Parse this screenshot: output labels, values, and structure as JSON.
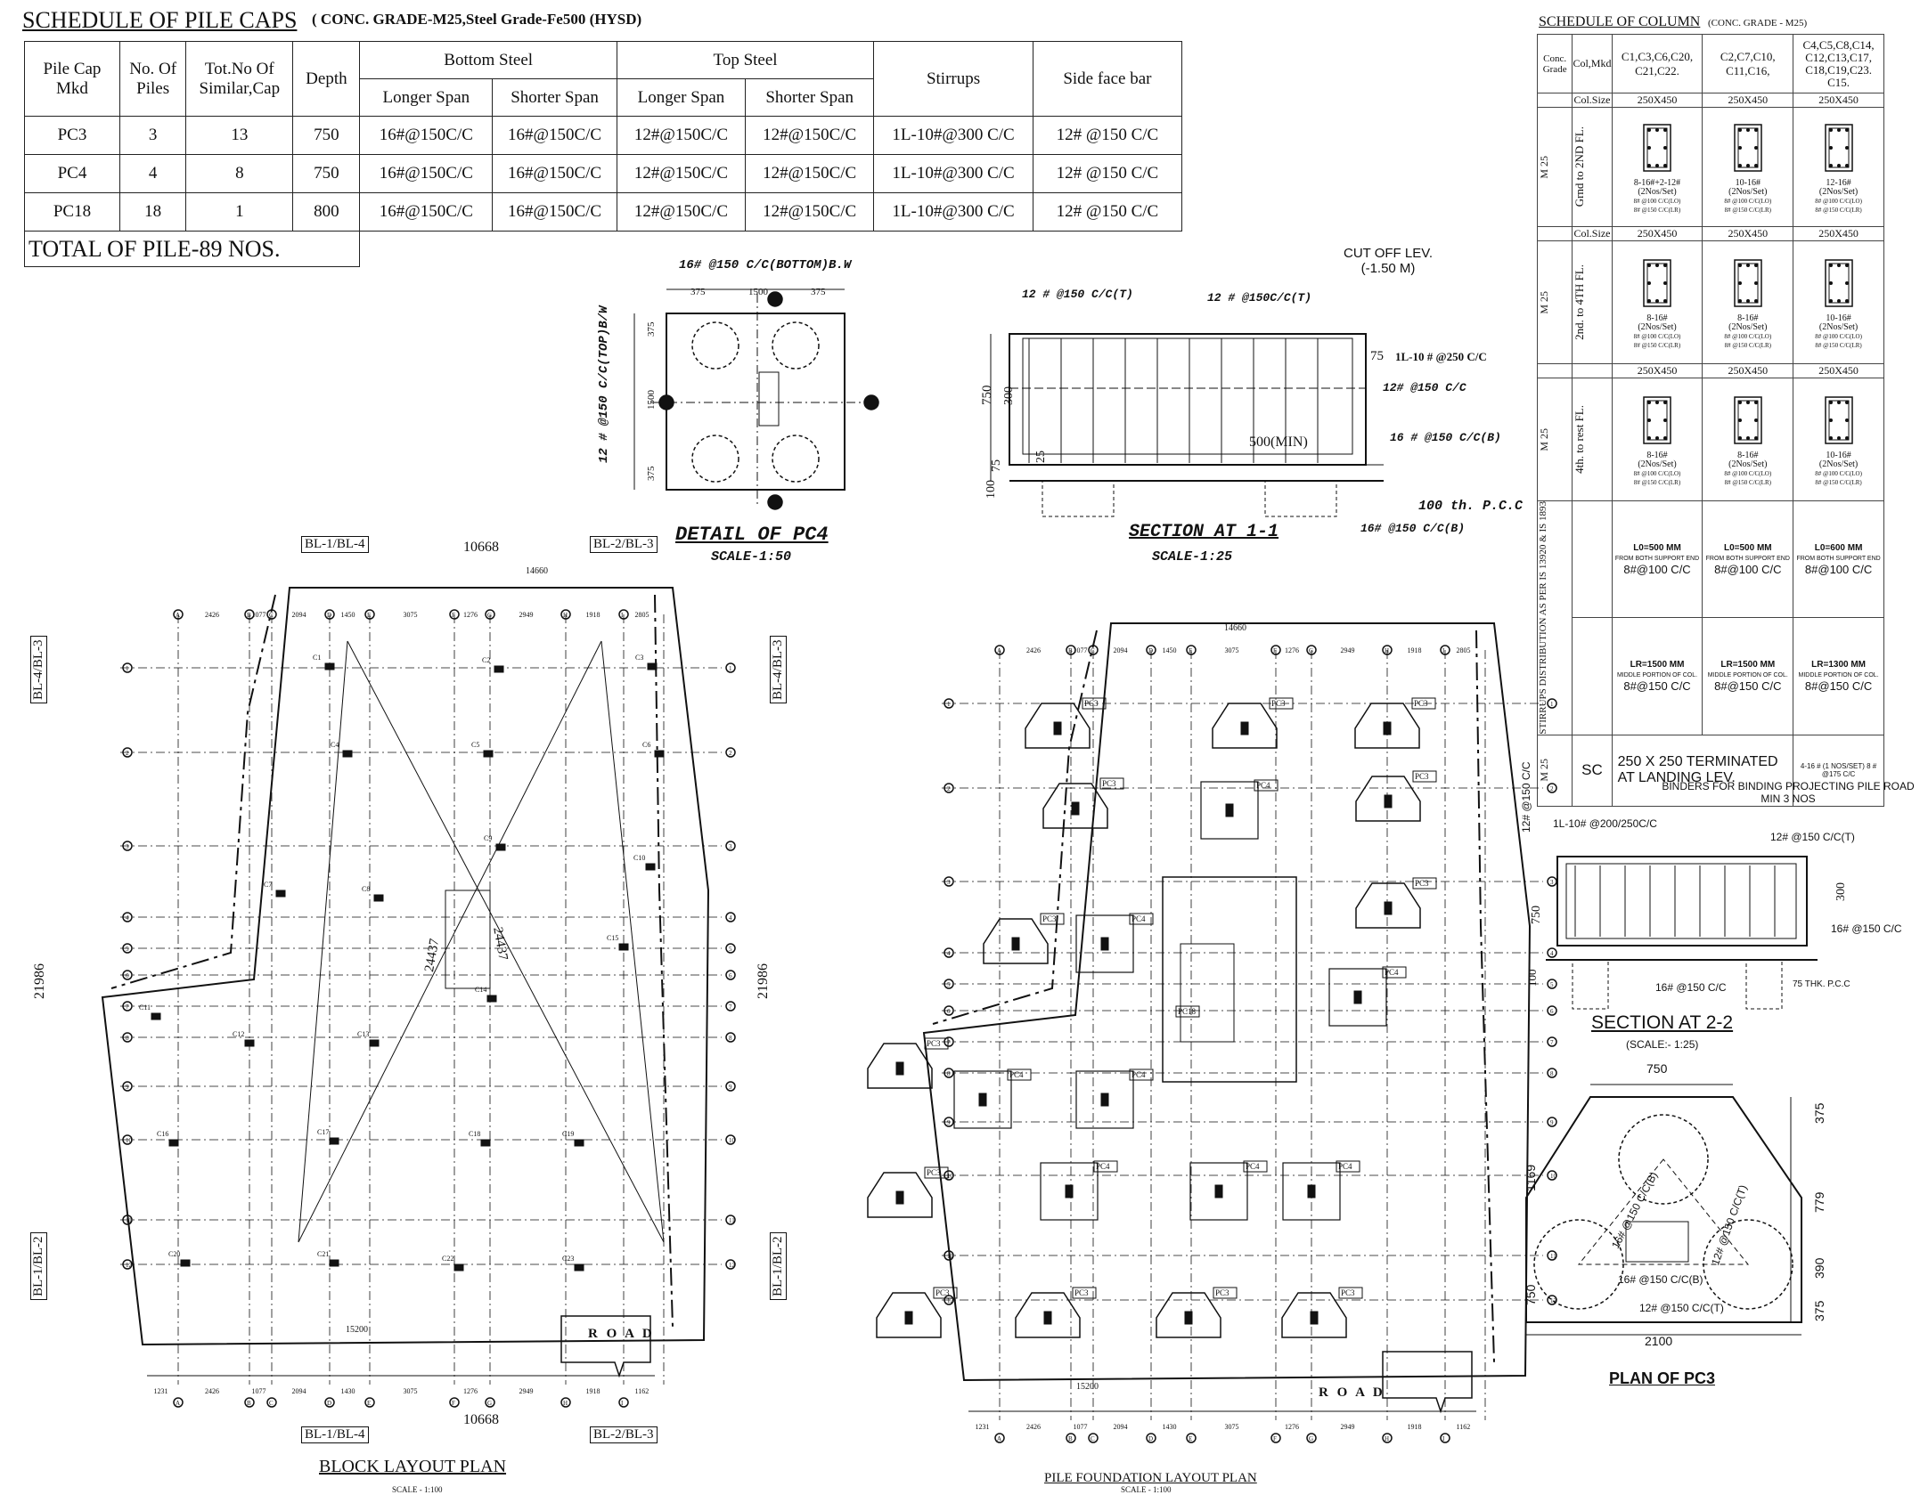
{
  "pile_caps": {
    "title": "SCHEDULE OF PILE CAPS",
    "subtitle": "( CONC. GRADE-M25,Steel Grade-Fe500 (HYSD)",
    "headers": {
      "mark": "Pile Cap Mkd",
      "piles": "No. Of Piles",
      "similar": "Tot.No Of Similar,Cap",
      "depth": "Depth",
      "bottom": "Bottom Steel",
      "top": "Top Steel",
      "longer": "Longer Span",
      "shorter": "Shorter Span",
      "stirrups": "Stirrups",
      "side": "Side face bar"
    },
    "rows": [
      {
        "mark": "PC3",
        "piles": "3",
        "similar": "13",
        "depth": "750",
        "bl": "16#@150C/C",
        "bs": "16#@150C/C",
        "tl": "12#@150C/C",
        "ts": "12#@150C/C",
        "stir": "1L-10#@300 C/C",
        "side": "12# @150 C/C"
      },
      {
        "mark": "PC4",
        "piles": "4",
        "similar": "8",
        "depth": "750",
        "bl": "16#@150C/C",
        "bs": "16#@150C/C",
        "tl": "12#@150C/C",
        "ts": "12#@150C/C",
        "stir": "1L-10#@300 C/C",
        "side": "12# @150 C/C"
      },
      {
        "mark": "PC18",
        "piles": "18",
        "similar": "1",
        "depth": "800",
        "bl": "16#@150C/C",
        "bs": "16#@150C/C",
        "tl": "12#@150C/C",
        "ts": "12#@150C/C",
        "stir": "1L-10#@300 C/C",
        "side": "12# @150 C/C"
      }
    ],
    "total": "TOTAL OF PILE-89 NOS."
  },
  "column_schedule": {
    "title": "SCHEDULE OF COLUMN",
    "grade": "(CONC. GRADE - M25)",
    "conc_grade": "Conc. Grade",
    "col_mkd": "Col,Mkd",
    "groups": [
      "C1,C3,C6,C20, C21,C22.",
      "C2,C7,C10, C11,C16,",
      "C4,C5,C8,C14, C12,C13,C17, C18,C19,C23. C15."
    ],
    "col_size": "Col.Size",
    "size": "250X450",
    "m25": "M 25",
    "floors": [
      "Grnd to 2ND FL.",
      "2nd. to 4TH FL.",
      "4th. to rest FL."
    ],
    "bars": [
      [
        "8-16#+2-12#",
        "10-16#",
        "12-16#"
      ],
      [
        "8-16#",
        "8-16#",
        "10-16#"
      ],
      [
        "8-16#",
        "8-16#",
        "10-16#"
      ]
    ],
    "sets": "(2Nos/Set)",
    "ties_a": "8# @100 C/C(LO)",
    "ties_b": "8# @150 C/C(LR)",
    "stirrups_label": "STIRRUPS DISTRIBUTION AS PER IS 13920 & IS 1893",
    "lo": [
      "L0=500 MM",
      "L0=500 MM",
      "L0=600 MM"
    ],
    "lo_note": "FROM BOTH SUPPORT END",
    "lo_bar": "8#@100 C/C",
    "lr": [
      "LR=1500 MM",
      "LR=1500 MM",
      "LR=1300 MM"
    ],
    "lr_note": "MIDDLE PORTION OF COL.",
    "lr_bar": "8#@150 C/C",
    "sc": "SC",
    "sc_text": "250 X 250 TERMINATED AT LANDING LEV.",
    "sc_bars": "4-16 # (1 NOS/SET) 8 # @175 C/C"
  },
  "detail_pc4": {
    "title": "DETAIL OF PC4",
    "scale": "SCALE-1:50",
    "bottom_bar": "16# @150 C/C(BOTTOM)B.W",
    "top_bar": "12 # @150 C/C(TOP)B/W",
    "dims": [
      "375",
      "1500",
      "375"
    ]
  },
  "section_11": {
    "title": "SECTION AT 1-1",
    "scale": "SCALE-1:25",
    "cutoff": "CUT OFF LEV.(-1.50 M)",
    "labels": [
      "12 # @150 C/C(T)",
      "12 # @150C/C(T)",
      "1L-10 # @250 C/C",
      "12# @150 C/C",
      "500(MIN)",
      "16 # @150 C/C(B)",
      "100 th. P.C.C",
      "16# @150 C/C(B)"
    ]
  },
  "section_22": {
    "title": "SECTION AT 2-2",
    "scale": "(SCALE:- 1:25)",
    "binder": "BINDERS FOR BINDING PROJECTING PILE ROAD MIN 3 NOS",
    "labels": [
      "12# @150 C/C",
      "1L-10# @200/250C/C",
      "12# @150 C/C(T)",
      "16# @150 C/C",
      "16# @150 C/C",
      "75 THK. P.C.C"
    ]
  },
  "plan_pc3": {
    "title": "PLAN OF PC3",
    "labels": [
      "16# @150 C/C(B)",
      "12# @150 C/C(T)",
      "16# @150 C/C(B)",
      "12# @150 C/C(T)"
    ],
    "dims": [
      "750",
      "375",
      "779",
      "390",
      "375",
      "1169",
      "750",
      "2100"
    ]
  },
  "block_plan": {
    "title": "BLOCK LAYOUT PLAN",
    "scale": "SCALE - 1:100",
    "road": "R O A D",
    "bl_tags": [
      "BL-1/BL-4",
      "BL-2/BL-3",
      "BL-4/BL-3",
      "BL-1/BL-2"
    ],
    "overall_w": "10668",
    "overall_h": "21986",
    "top_dim": "14660",
    "bottom_dim": "15200",
    "diag": "24437"
  },
  "pile_plan": {
    "title": "PILE FOUNDATION LAYOUT PLAN",
    "scale": "SCALE - 1:100",
    "road": "R O A D",
    "top_dim": "14660",
    "bottom_dim": "15200"
  },
  "grid": {
    "labels": [
      "A",
      "B",
      "C",
      "D",
      "E",
      "F",
      "G",
      "H",
      "I"
    ],
    "spacings": [
      "2426",
      "1077",
      "2094",
      "1450",
      "3075",
      "1276",
      "2949",
      "1918",
      "2805"
    ],
    "bottom_spacings": [
      "1231",
      "2426",
      "1077",
      "2094",
      "1430",
      "3075",
      "1276",
      "2949",
      "1918",
      "1162"
    ]
  }
}
